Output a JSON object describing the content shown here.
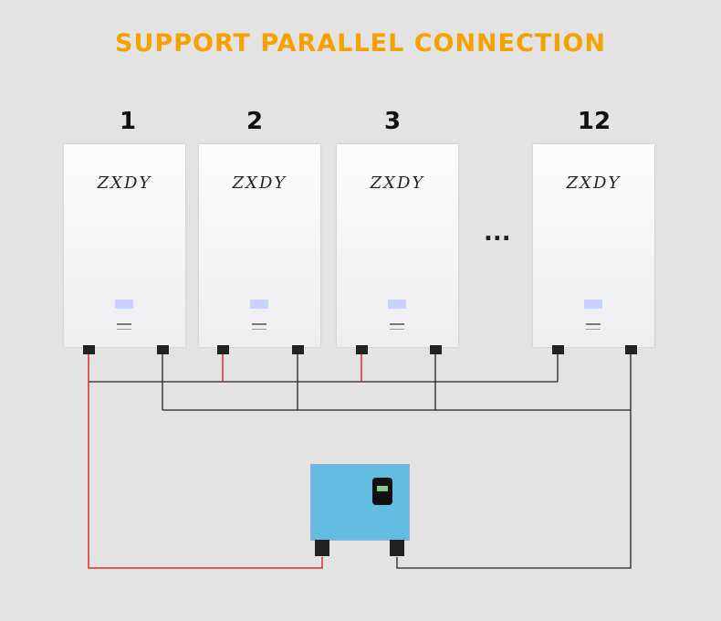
{
  "title": "SUPPORT PARALLEL CONNECTION",
  "batteries": [
    {
      "number": "1",
      "brand": "ZXDY"
    },
    {
      "number": "2",
      "brand": "ZXDY"
    },
    {
      "number": "3",
      "brand": "ZXDY"
    },
    {
      "number": "12",
      "brand": "ZXDY"
    }
  ],
  "ellipsis": "...",
  "colors": {
    "title": "#f5a100",
    "positive_wire": "#e01010",
    "negative_wire": "#111111"
  }
}
